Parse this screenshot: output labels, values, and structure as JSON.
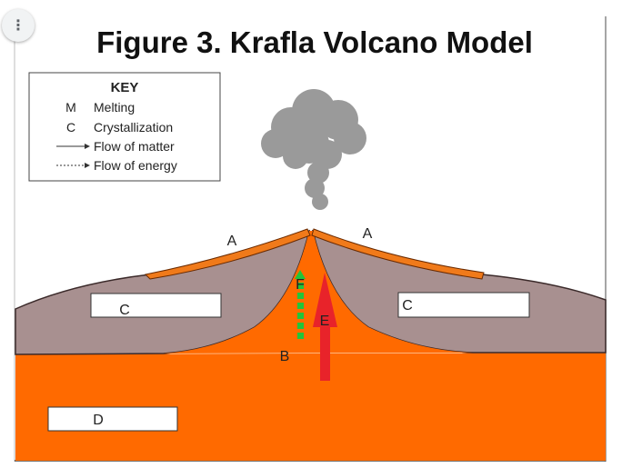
{
  "figure": {
    "title": "Figure 3. Krafla Volcano Model"
  },
  "key": {
    "heading": "KEY",
    "rows": [
      {
        "symbol": "M",
        "label": "Melting"
      },
      {
        "symbol": "C",
        "label": "Crystallization"
      },
      {
        "symbol": "solid-arrow",
        "label": "Flow of matter"
      },
      {
        "symbol": "dotted-arrow",
        "label": "Flow of energy"
      }
    ]
  },
  "labels": {
    "a_left": "A",
    "a_right": "A",
    "c_left": "C",
    "c_right": "C",
    "d": "D",
    "b": "B",
    "e": "E",
    "f": "F"
  },
  "toolbar": {
    "menu_glyph": "⋮"
  },
  "colors": {
    "magma": "#ff6a00",
    "crust": "#a89090",
    "lava_flow": "#f07a1a",
    "smoke": "#9a9a9a",
    "matter_arrow": "#e8232a",
    "energy_arrow": "#22c43a"
  }
}
